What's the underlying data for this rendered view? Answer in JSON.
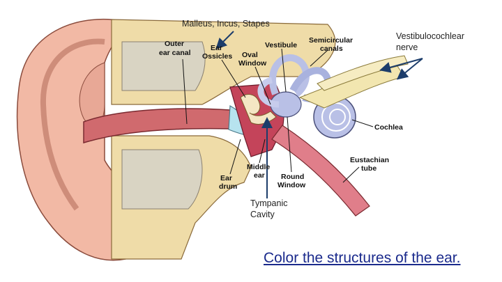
{
  "diagram": {
    "labels": {
      "outer_ear_canal": [
        "Outer",
        "ear canal"
      ],
      "ear_ossicles": [
        "Ear",
        "Ossicles"
      ],
      "oval_window": [
        "Oval",
        "Window"
      ],
      "vestibule": "Vestibule",
      "semicircular_canals": [
        "Semicircular",
        "canals"
      ],
      "cochlea": "Cochlea",
      "eustachian_tube": [
        "Eustachian",
        "tube"
      ],
      "round_window": [
        "Round",
        "Window"
      ],
      "middle_ear": [
        "Middle",
        "ear"
      ],
      "ear_drum": [
        "Ear",
        "drum"
      ]
    },
    "notes": {
      "malleus_incus_stapes": "Malleus, Incus, Stapes",
      "vestibulocochlear_nerve": [
        "Vestibulocochlear",
        "nerve"
      ],
      "tympanic_cavity": [
        "Tympanic",
        "Cavity"
      ]
    },
    "caption": "Color the structures of the ear.",
    "colors": {
      "skin": "#f2b9a5",
      "bone": "#efdca8",
      "canal": "#d06a6e",
      "inner_ear": "#b9c0e6",
      "nerve": "#f2e6b0",
      "arrow": "#1c3d6b"
    }
  }
}
